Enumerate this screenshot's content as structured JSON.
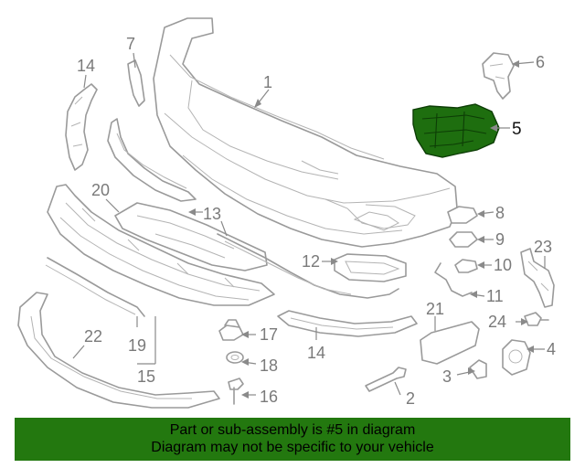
{
  "callouts": [
    {
      "id": "1",
      "label": "1"
    },
    {
      "id": "2",
      "label": "2"
    },
    {
      "id": "3",
      "label": "3"
    },
    {
      "id": "4",
      "label": "4"
    },
    {
      "id": "5",
      "label": "5"
    },
    {
      "id": "6",
      "label": "6"
    },
    {
      "id": "7",
      "label": "7"
    },
    {
      "id": "8",
      "label": "8"
    },
    {
      "id": "9",
      "label": "9"
    },
    {
      "id": "10",
      "label": "10"
    },
    {
      "id": "11",
      "label": "11"
    },
    {
      "id": "12",
      "label": "12"
    },
    {
      "id": "13",
      "label": "13"
    },
    {
      "id": "14a",
      "label": "14"
    },
    {
      "id": "14b",
      "label": "14"
    },
    {
      "id": "15",
      "label": "15"
    },
    {
      "id": "16",
      "label": "16"
    },
    {
      "id": "17",
      "label": "17"
    },
    {
      "id": "18",
      "label": "18"
    },
    {
      "id": "19",
      "label": "19"
    },
    {
      "id": "20",
      "label": "20"
    },
    {
      "id": "21",
      "label": "21"
    },
    {
      "id": "22",
      "label": "22"
    },
    {
      "id": "23",
      "label": "23"
    },
    {
      "id": "24",
      "label": "24"
    }
  ],
  "highlight": {
    "part": "5",
    "color": "#1e6e0f"
  },
  "banner": {
    "line1": "Part or sub-assembly is #5 in diagram",
    "line2": "Diagram may not be specific to your vehicle",
    "color": "#23780f"
  }
}
